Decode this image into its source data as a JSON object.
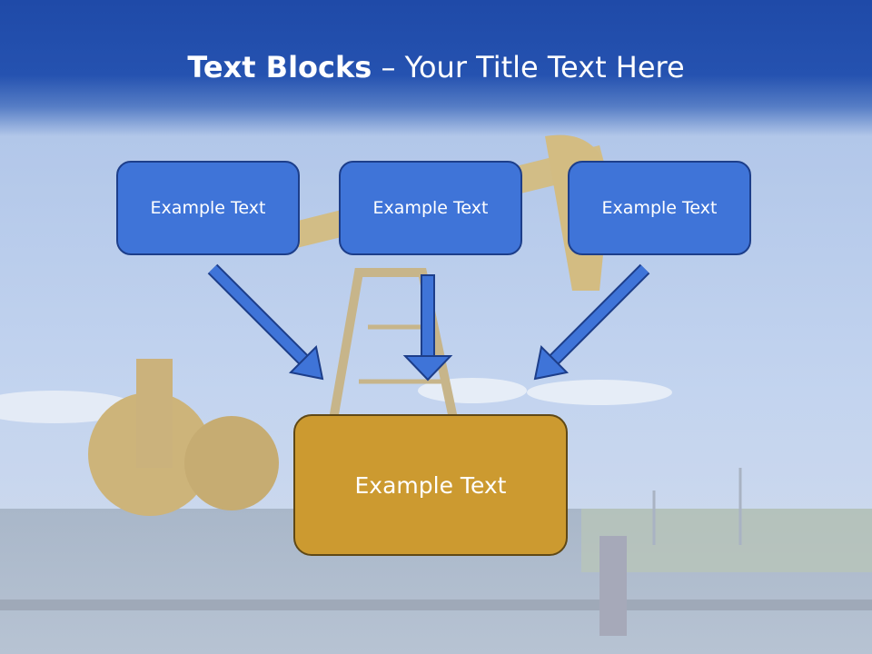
{
  "slide": {
    "title_bold": "Text Blocks",
    "title_rest": " – Your Title Text Here",
    "blocks": [
      {
        "label": "Example Text"
      },
      {
        "label": "Example Text"
      },
      {
        "label": "Example Text"
      }
    ],
    "result": {
      "label": "Example Text"
    }
  },
  "colors": {
    "header": "#2552b0",
    "block_fill": "#3f74d8",
    "block_border": "#1d3e8a",
    "result_fill": "#cc9a30",
    "arrow": "#3f74d8"
  }
}
